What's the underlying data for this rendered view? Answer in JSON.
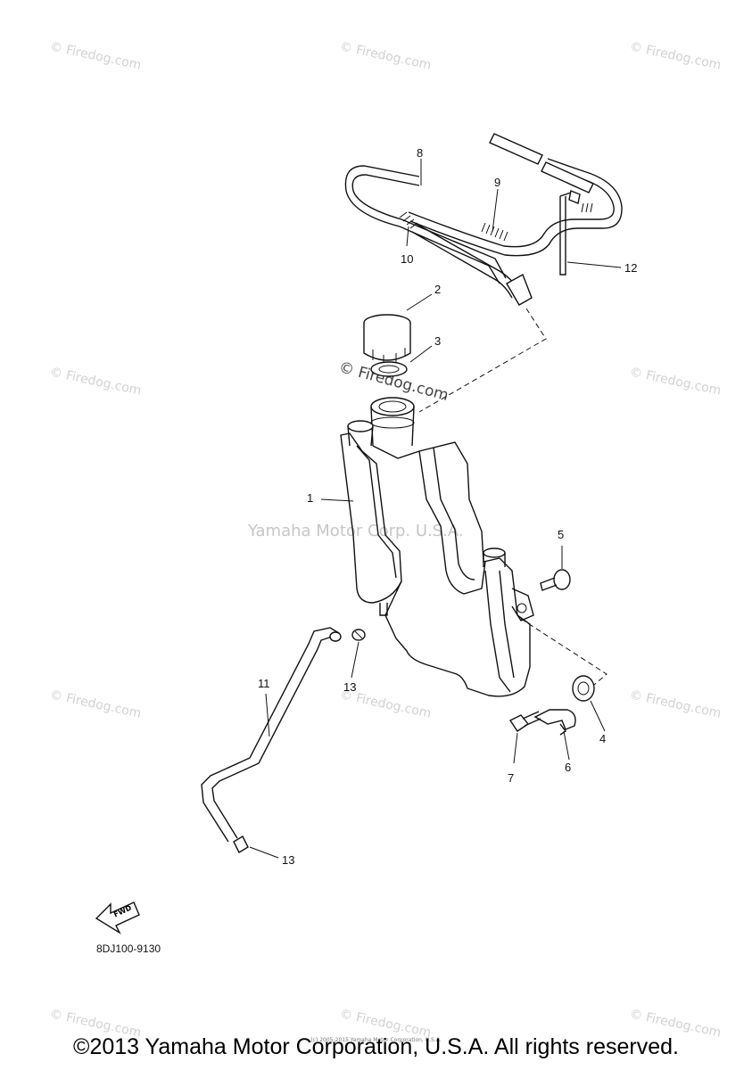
{
  "watermarks": {
    "small": "© Firedog.com",
    "large": "© Firedog.com",
    "center": "Yamaha Motor Corp. U.S.A."
  },
  "callouts": [
    "1",
    "2",
    "3",
    "4",
    "5",
    "6",
    "7",
    "8",
    "9",
    "10",
    "11",
    "12",
    "13",
    "13"
  ],
  "diagram_code": "8DJ100-9130",
  "fwd_label": "FWD",
  "fine_print": "(c) 2005-2015 Yamaha Motor Corporation, U.S.A.",
  "footer": "©2013 Yamaha Motor Corporation, U.S.A. All rights reserved."
}
